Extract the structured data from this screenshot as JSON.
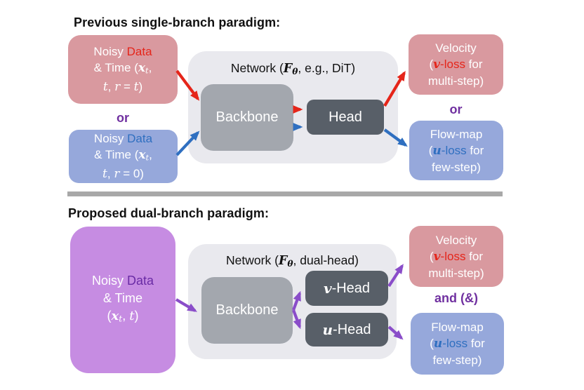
{
  "colors": {
    "red_accent": "#e5251a",
    "blue_accent": "#2f6fc0",
    "purple_accent": "#7030a0",
    "arrow_purple": "#8a4dc9",
    "box_pink": "#d9999f",
    "box_blue": "#96a8db",
    "box_purple": "#c68ce2",
    "dark_purple_text": "#6a2ba5",
    "panel_gray": "#e9e9ee",
    "backbone_gray": "#a3a7ae",
    "head_dark": "#585f68",
    "divider_gray": "#a8a8a8"
  },
  "top_section": {
    "heading": "Previous single-branch paradigm:",
    "input_velocity_box": {
      "lines": [
        [
          {
            "t": "Noisy ",
            "s": "w"
          },
          {
            "t": "Data",
            "s": "red"
          }
        ],
        [
          {
            "t": "& Time (",
            "s": "w"
          },
          {
            "t": "x",
            "s": "mbi"
          },
          {
            "t": "t",
            "s": "sub"
          },
          {
            "t": ",",
            "s": "w"
          }
        ],
        [
          {
            "t": "t",
            "s": "mi"
          },
          {
            "t": ", ",
            "s": "w"
          },
          {
            "t": "r",
            "s": "mi"
          },
          {
            "t": " = ",
            "s": "w"
          },
          {
            "t": "t",
            "s": "mi"
          },
          {
            "t": ")",
            "s": "w"
          }
        ]
      ]
    },
    "or_left": "or",
    "input_flowmap_box": {
      "lines": [
        [
          {
            "t": "Noisy ",
            "s": "w"
          },
          {
            "t": "Data",
            "s": "blue"
          }
        ],
        [
          {
            "t": "& Time (",
            "s": "w"
          },
          {
            "t": "x",
            "s": "mbi"
          },
          {
            "t": "t",
            "s": "sub"
          },
          {
            "t": ",",
            "s": "w"
          }
        ],
        [
          {
            "t": "t",
            "s": "mi"
          },
          {
            "t": ", ",
            "s": "w"
          },
          {
            "t": "r",
            "s": "mi"
          },
          {
            "t": " = 0)",
            "s": "w"
          }
        ]
      ]
    },
    "network": {
      "title": [
        {
          "t": "Network (",
          "s": "p"
        },
        {
          "t": "F",
          "s": "mbi"
        },
        {
          "t": "θ",
          "s": "bsub"
        },
        {
          "t": ", e.g., DiT)",
          "s": "p"
        }
      ],
      "backbone_label": "Backbone",
      "head_label": "Head"
    },
    "output_velocity_box": {
      "lines": [
        [
          {
            "t": "Velocity",
            "s": "w"
          }
        ],
        [
          {
            "t": "(",
            "s": "w"
          },
          {
            "t": "v",
            "s": "mbi red"
          },
          {
            "t": "-loss",
            "s": "red"
          },
          {
            "t": " for",
            "s": "w"
          }
        ],
        [
          {
            "t": "multi-step)",
            "s": "w"
          }
        ]
      ]
    },
    "or_right": "or",
    "output_flowmap_box": {
      "lines": [
        [
          {
            "t": "Flow-map",
            "s": "w"
          }
        ],
        [
          {
            "t": "(",
            "s": "w"
          },
          {
            "t": "u",
            "s": "mbi blue"
          },
          {
            "t": "-loss",
            "s": "blue"
          },
          {
            "t": " for",
            "s": "w"
          }
        ],
        [
          {
            "t": "few-step)",
            "s": "w"
          }
        ]
      ]
    }
  },
  "bottom_section": {
    "heading": "Proposed dual-branch paradigm:",
    "input_box": {
      "lines": [
        [
          {
            "t": "Noisy ",
            "s": "w"
          },
          {
            "t": "Data",
            "s": "dpurple"
          }
        ],
        [
          {
            "t": "& Time",
            "s": "w"
          }
        ],
        [
          {
            "t": "(",
            "s": "w"
          },
          {
            "t": "x",
            "s": "mbi"
          },
          {
            "t": "t",
            "s": "sub"
          },
          {
            "t": ", ",
            "s": "w"
          },
          {
            "t": "t",
            "s": "mi"
          },
          {
            "t": ")",
            "s": "w"
          }
        ]
      ]
    },
    "network": {
      "title": [
        {
          "t": "Network (",
          "s": "p"
        },
        {
          "t": "F",
          "s": "mbi"
        },
        {
          "t": "θ",
          "s": "bsub"
        },
        {
          "t": ", dual-head)",
          "s": "p"
        }
      ],
      "backbone_label": "Backbone",
      "v_head_label": [
        {
          "t": "v",
          "s": "mbi"
        },
        {
          "t": "-Head",
          "s": "w"
        }
      ],
      "u_head_label": [
        {
          "t": "u",
          "s": "mbi"
        },
        {
          "t": "-Head",
          "s": "w"
        }
      ]
    },
    "output_velocity_box": {
      "lines": [
        [
          {
            "t": "Velocity",
            "s": "w"
          }
        ],
        [
          {
            "t": "(",
            "s": "w"
          },
          {
            "t": "v",
            "s": "mbi red"
          },
          {
            "t": "-loss",
            "s": "red"
          },
          {
            "t": " for",
            "s": "w"
          }
        ],
        [
          {
            "t": "multi-step)",
            "s": "w"
          }
        ]
      ]
    },
    "and_label": "and (&)",
    "output_flowmap_box": {
      "lines": [
        [
          {
            "t": "Flow-map",
            "s": "w"
          }
        ],
        [
          {
            "t": "(",
            "s": "w"
          },
          {
            "t": "u",
            "s": "mbi blue"
          },
          {
            "t": "-loss",
            "s": "blue"
          },
          {
            "t": " for",
            "s": "w"
          }
        ],
        [
          {
            "t": "few-step)",
            "s": "w"
          }
        ]
      ]
    }
  }
}
